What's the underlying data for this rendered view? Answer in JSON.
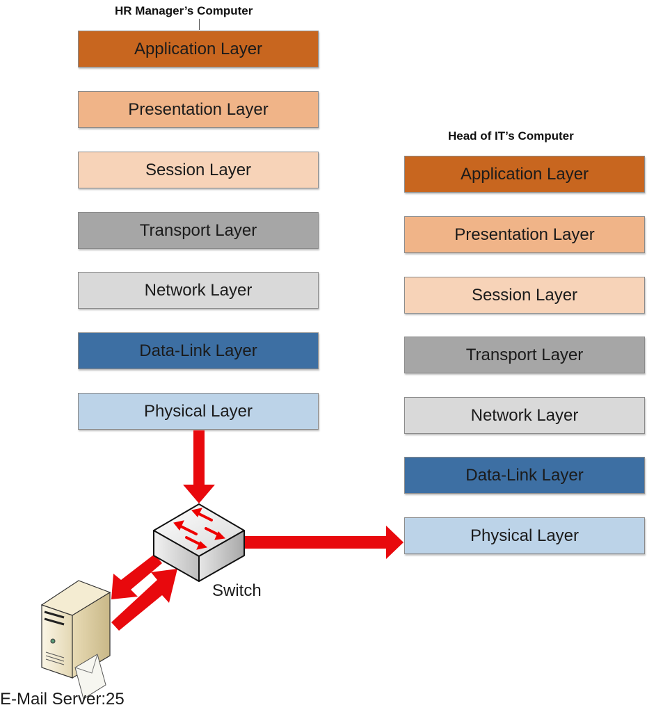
{
  "left_stack": {
    "title": "HR Manager’s Computer",
    "layers": [
      {
        "label": "Application Layer",
        "color": "#c8661f"
      },
      {
        "label": "Presentation Layer",
        "color": "#f0b488"
      },
      {
        "label": "Session Layer",
        "color": "#f7d3b8"
      },
      {
        "label": "Transport Layer",
        "color": "#a6a6a6"
      },
      {
        "label": "Network Layer",
        "color": "#d9d9d9"
      },
      {
        "label": "Data-Link Layer",
        "color": "#3d6fa3"
      },
      {
        "label": "Physical Layer",
        "color": "#bcd3e8"
      }
    ]
  },
  "right_stack": {
    "title": "Head of IT’s Computer",
    "layers": [
      {
        "label": "Application Layer",
        "color": "#c8661f"
      },
      {
        "label": "Presentation Layer",
        "color": "#f0b488"
      },
      {
        "label": "Session Layer",
        "color": "#f7d3b8"
      },
      {
        "label": "Transport Layer",
        "color": "#a6a6a6"
      },
      {
        "label": "Network Layer",
        "color": "#d9d9d9"
      },
      {
        "label": "Data-Link Layer",
        "color": "#3d6fa3"
      },
      {
        "label": "Physical Layer",
        "color": "#bcd3e8"
      }
    ]
  },
  "switch": {
    "label": "Switch"
  },
  "server": {
    "label": "E-Mail Server:25"
  },
  "colors": {
    "arrow": "#e8090d"
  }
}
